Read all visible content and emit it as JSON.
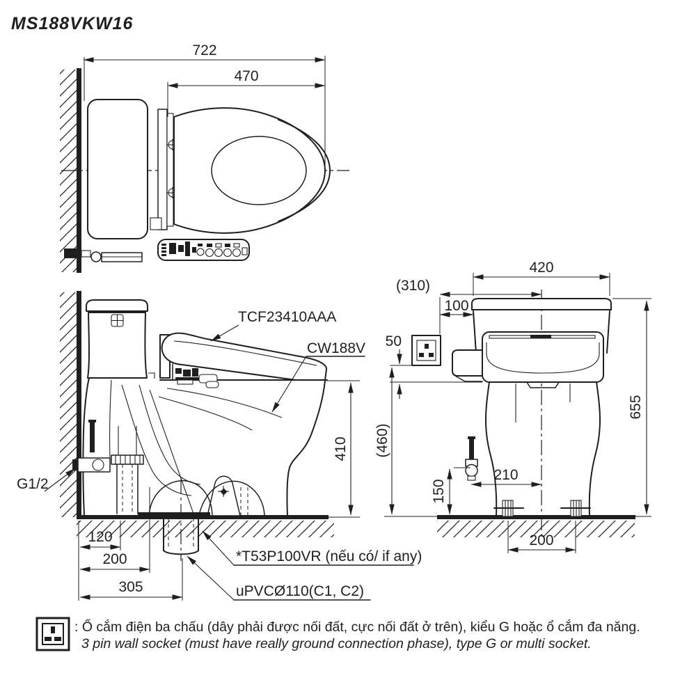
{
  "title": "MS188VKW16",
  "colors": {
    "ink": "#1f1f1f",
    "bg": "#ffffff"
  },
  "views": {
    "top": {
      "dims": {
        "total_depth": "722",
        "seat_length": "470"
      }
    },
    "side": {
      "dims": {
        "rim_height": "410",
        "supply_offset": "120",
        "outlet_offset": "200",
        "drain_offset": "305"
      },
      "labels": {
        "washlet_model": "TCF23410AAA",
        "bowl_model": "CW188V",
        "supply_thread": "G1/2",
        "flange_option": "*T53P100VR (nếu có/ if any)",
        "drain_pipe": "uPVCØ110(C1, C2)"
      }
    },
    "front": {
      "dims": {
        "tank_width": "420",
        "socket_to_center": "(310)",
        "socket_to_tank": "100",
        "socket_drop": "50",
        "total_height": "655",
        "socket_height": "(460)",
        "valve_height": "150",
        "valve_to_center": "210",
        "bolt_spacing": "200"
      }
    }
  },
  "note": {
    "vi": ": Ổ cắm điện ba chấu (dây phải được nối đất, cực nối đất ở trên), kiểu G hoặc ổ cắm đa năng.",
    "en": "3 pin wall socket (must have really ground connection phase), type G or multi socket."
  }
}
